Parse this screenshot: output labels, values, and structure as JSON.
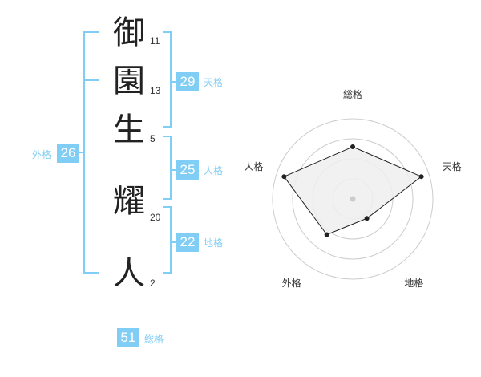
{
  "name": {
    "chars": [
      {
        "char": "御",
        "strokes": "11"
      },
      {
        "char": "園",
        "strokes": "13"
      },
      {
        "char": "生",
        "strokes": "5"
      },
      {
        "char": "耀",
        "strokes": "20"
      },
      {
        "char": "人",
        "strokes": "2"
      }
    ]
  },
  "groups": {
    "tenkaku": {
      "value": "29",
      "label": "天格"
    },
    "jinkaku": {
      "value": "25",
      "label": "人格"
    },
    "chikaku": {
      "value": "22",
      "label": "地格"
    },
    "gaikaku": {
      "value": "26",
      "label": "外格"
    },
    "soukaku": {
      "value": "51",
      "label": "総格"
    }
  },
  "colors": {
    "accent": "#80cdf5",
    "bracket": "#80cdf5",
    "badge_text": "#ffffff",
    "radar_fill": "#eeeeee",
    "radar_line": "#222222"
  },
  "chart_data": {
    "type": "radar",
    "axes": [
      "総格",
      "天格",
      "地格",
      "外格",
      "人格"
    ],
    "values": [
      0.65,
      0.9,
      0.3,
      0.55,
      0.9
    ],
    "rings": 4
  }
}
